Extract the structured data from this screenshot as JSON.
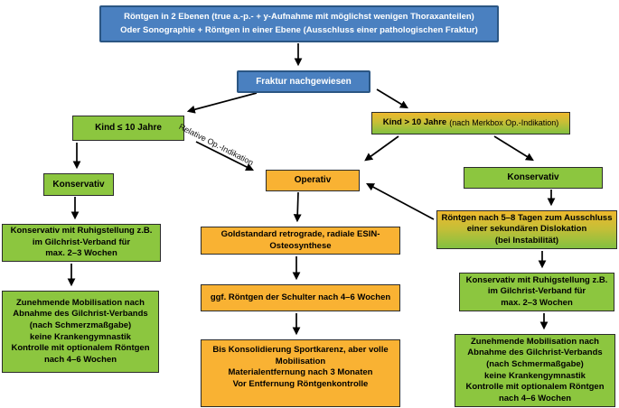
{
  "diagram_title": "Behandlungsalgorithmus Fraktur (Flussdiagramm)",
  "colors": {
    "blue_fill": "#4a80c0",
    "blue_border": "#2b5683",
    "green_fill": "#8cc63f",
    "orange_fill": "#f9b233",
    "gradient_top": "#edb82d",
    "gradient_bottom": "#82c041",
    "arrow": "#000000",
    "box_border": "#2b2b2b"
  },
  "nodes": {
    "xray": {
      "text": "Röntgen in 2 Ebenen (true a.-p.- + y-Aufnahme mit möglichst wenigen Thoraxanteilen)\nOder Sonographie + Röntgen in einer Ebene (Ausschluss einer pathologischen Fraktur)"
    },
    "fraktur": {
      "text": "Fraktur nachgewiesen"
    },
    "kind_le_10": {
      "text": "Kind ≤ 10 Jahre"
    },
    "kind_gt_10": {
      "bold": "Kind > 10 Jahre",
      "normal": "(nach Merkbox Op.-Indikation)"
    },
    "relative_op": {
      "text": "Relative Op.-Indikation"
    },
    "konservativ_left": {
      "text": "Konservativ"
    },
    "operativ": {
      "text": "Operativ"
    },
    "konservativ_right": {
      "text": "Konservativ"
    },
    "left_ruhigstellung": {
      "text": "Konservativ mit Ruhigstellung z.B.\nim Gilchrist-Verband für\nmax. 2–3 Wochen"
    },
    "left_mobilisation": {
      "text": "Zunehmende Mobilisation nach\nAbnahme des Gilchrist-Verbands\n(nach Schmerzmaßgabe)\nkeine Krankengymnastik\nKontrolle mit optionalem Röntgen\nnach 4–6 Wochen"
    },
    "mid_goldstandard": {
      "text": "Goldstandard retrograde, radiale ESIN-\nOsteosynthese"
    },
    "mid_roentgen_schulter": {
      "text": "ggf. Röntgen der Schulter nach 4–6 Wochen"
    },
    "mid_konsolidierung": {
      "text": "Bis Konsolidierung Sportkarenz, aber volle\nMobilisation\nMaterialentfernung nach 3 Monaten\nVor Entfernung Röntgenkontrolle"
    },
    "right_roentgen_5_8": {
      "text": "Röntgen nach 5–8 Tagen zum Ausschluss\neiner sekundären Dislokation\n(bei Instabilität)"
    },
    "right_ruhigstellung": {
      "text": "Konservativ mit Ruhigstellung z.B.\nim Gilchrist-Verband für\nmax. 2–3 Wochen"
    },
    "right_mobilisation": {
      "text": "Zunehmende Mobilisation nach\nAbnahme des Gilchrist-Verbands\n(nach Schmermaßgabe)\nkeine Krankengymnastik\nKontrolle mit optionalem Röntgen\nnach 4–6 Wochen"
    }
  },
  "edges": [
    {
      "from": "xray",
      "to": "fraktur"
    },
    {
      "from": "fraktur",
      "to": "kind_le_10"
    },
    {
      "from": "fraktur",
      "to": "kind_gt_10"
    },
    {
      "from": "kind_le_10",
      "to": "konservativ_left"
    },
    {
      "from": "kind_le_10",
      "to": "operativ",
      "label": "Relative Op.-Indikation"
    },
    {
      "from": "kind_gt_10",
      "to": "operativ"
    },
    {
      "from": "kind_gt_10",
      "to": "konservativ_right"
    },
    {
      "from": "konservativ_left",
      "to": "left_ruhigstellung"
    },
    {
      "from": "left_ruhigstellung",
      "to": "left_mobilisation"
    },
    {
      "from": "operativ",
      "to": "mid_goldstandard"
    },
    {
      "from": "mid_goldstandard",
      "to": "mid_roentgen_schulter"
    },
    {
      "from": "mid_roentgen_schulter",
      "to": "mid_konsolidierung"
    },
    {
      "from": "konservativ_right",
      "to": "right_roentgen_5_8"
    },
    {
      "from": "right_roentgen_5_8",
      "to": "operativ"
    },
    {
      "from": "right_roentgen_5_8",
      "to": "right_ruhigstellung"
    },
    {
      "from": "right_ruhigstellung",
      "to": "right_mobilisation"
    }
  ]
}
